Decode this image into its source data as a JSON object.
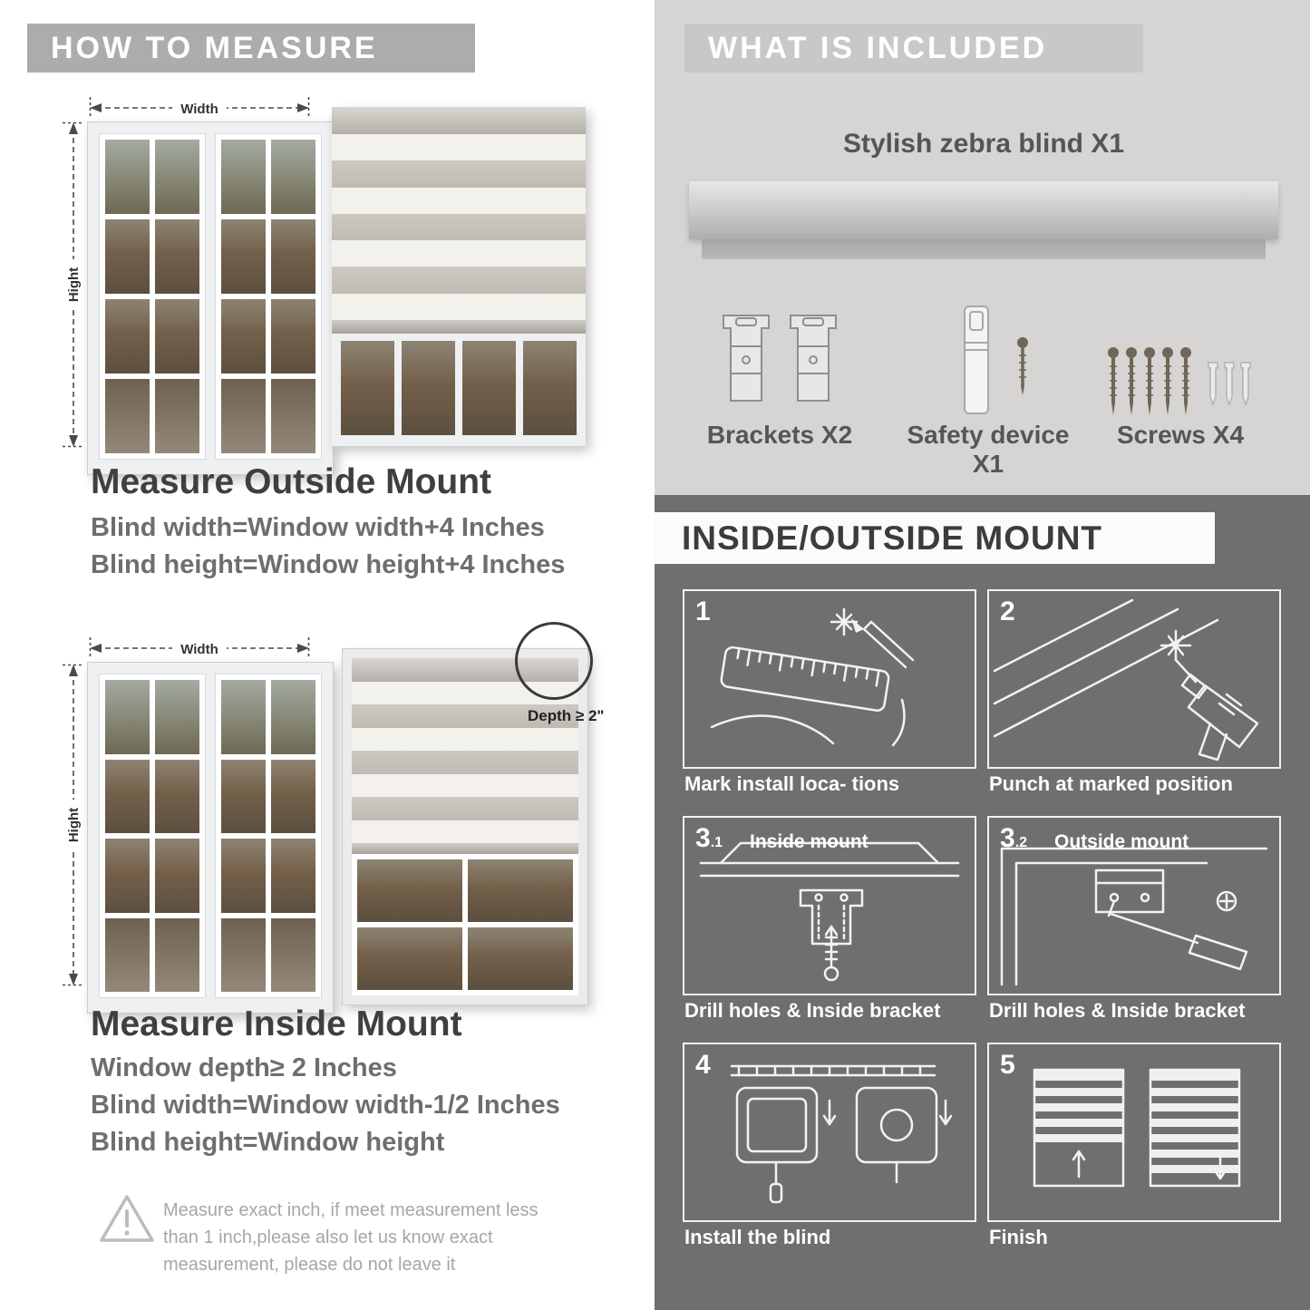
{
  "left": {
    "header": "HOW TO MEASURE",
    "outside": {
      "width_label": "Width",
      "height_label": "Hight",
      "title": "Measure Outside Mount",
      "formula1": "Blind width=Window width+4 Inches",
      "formula2": "Blind height=Window height+4 Inches"
    },
    "inside": {
      "width_label": "Width",
      "height_label": "Hight",
      "depth_label": "Depth ≥ 2\"",
      "title": "Measure Inside Mount",
      "formula1": "Window depth≥ 2 Inches",
      "formula2": "Blind width=Window width-1/2 Inches",
      "formula3": "Blind height=Window height"
    },
    "warning_text": "Measure exact inch, if meet measurement less than 1 inch,please also let us know exact measurement, please do not leave it"
  },
  "included": {
    "header": "WHAT IS INCLUDED",
    "product_label": "Stylish zebra blind X1",
    "items": [
      {
        "label": "Brackets X2"
      },
      {
        "label": "Safety device X1"
      },
      {
        "label": "Screws X4"
      }
    ]
  },
  "mount": {
    "header": "INSIDE/OUTSIDE MOUNT",
    "steps": [
      {
        "num": "1",
        "caption": "Mark install loca- tions"
      },
      {
        "num": "2",
        "caption": "Punch at  marked position"
      },
      {
        "num": "3",
        "sub": ".1",
        "title": "Inside mount",
        "caption": "Drill holes &  Inside bracket"
      },
      {
        "num": "3",
        "sub": ".2",
        "title": "Outside mount",
        "caption": "Drill holes &  Inside bracket"
      },
      {
        "num": "4",
        "caption": "Install the blind"
      },
      {
        "num": "5",
        "caption": "Finish"
      }
    ]
  },
  "colors": {
    "left_header_bar": "#aeacaa",
    "included_bar": "#c9c8c6",
    "light_section": "#d6d5d3",
    "dark_section": "#6f6f6f",
    "heading_text": "#3f3f3f",
    "body_text": "#6e6e6e"
  }
}
